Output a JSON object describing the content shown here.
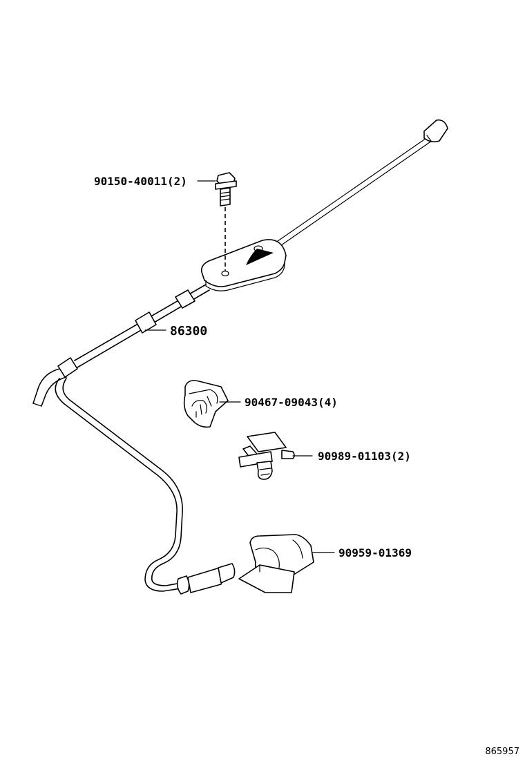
{
  "callouts": [
    {
      "id": "bolt",
      "text": "90150-40011(2)"
    },
    {
      "id": "antenna",
      "text": "86300"
    },
    {
      "id": "clip",
      "text": "90467-09043(4)"
    },
    {
      "id": "clamp",
      "text": "90989-01103(2)"
    },
    {
      "id": "holder",
      "text": "90959-01369"
    }
  ],
  "diagram_id": "865957"
}
